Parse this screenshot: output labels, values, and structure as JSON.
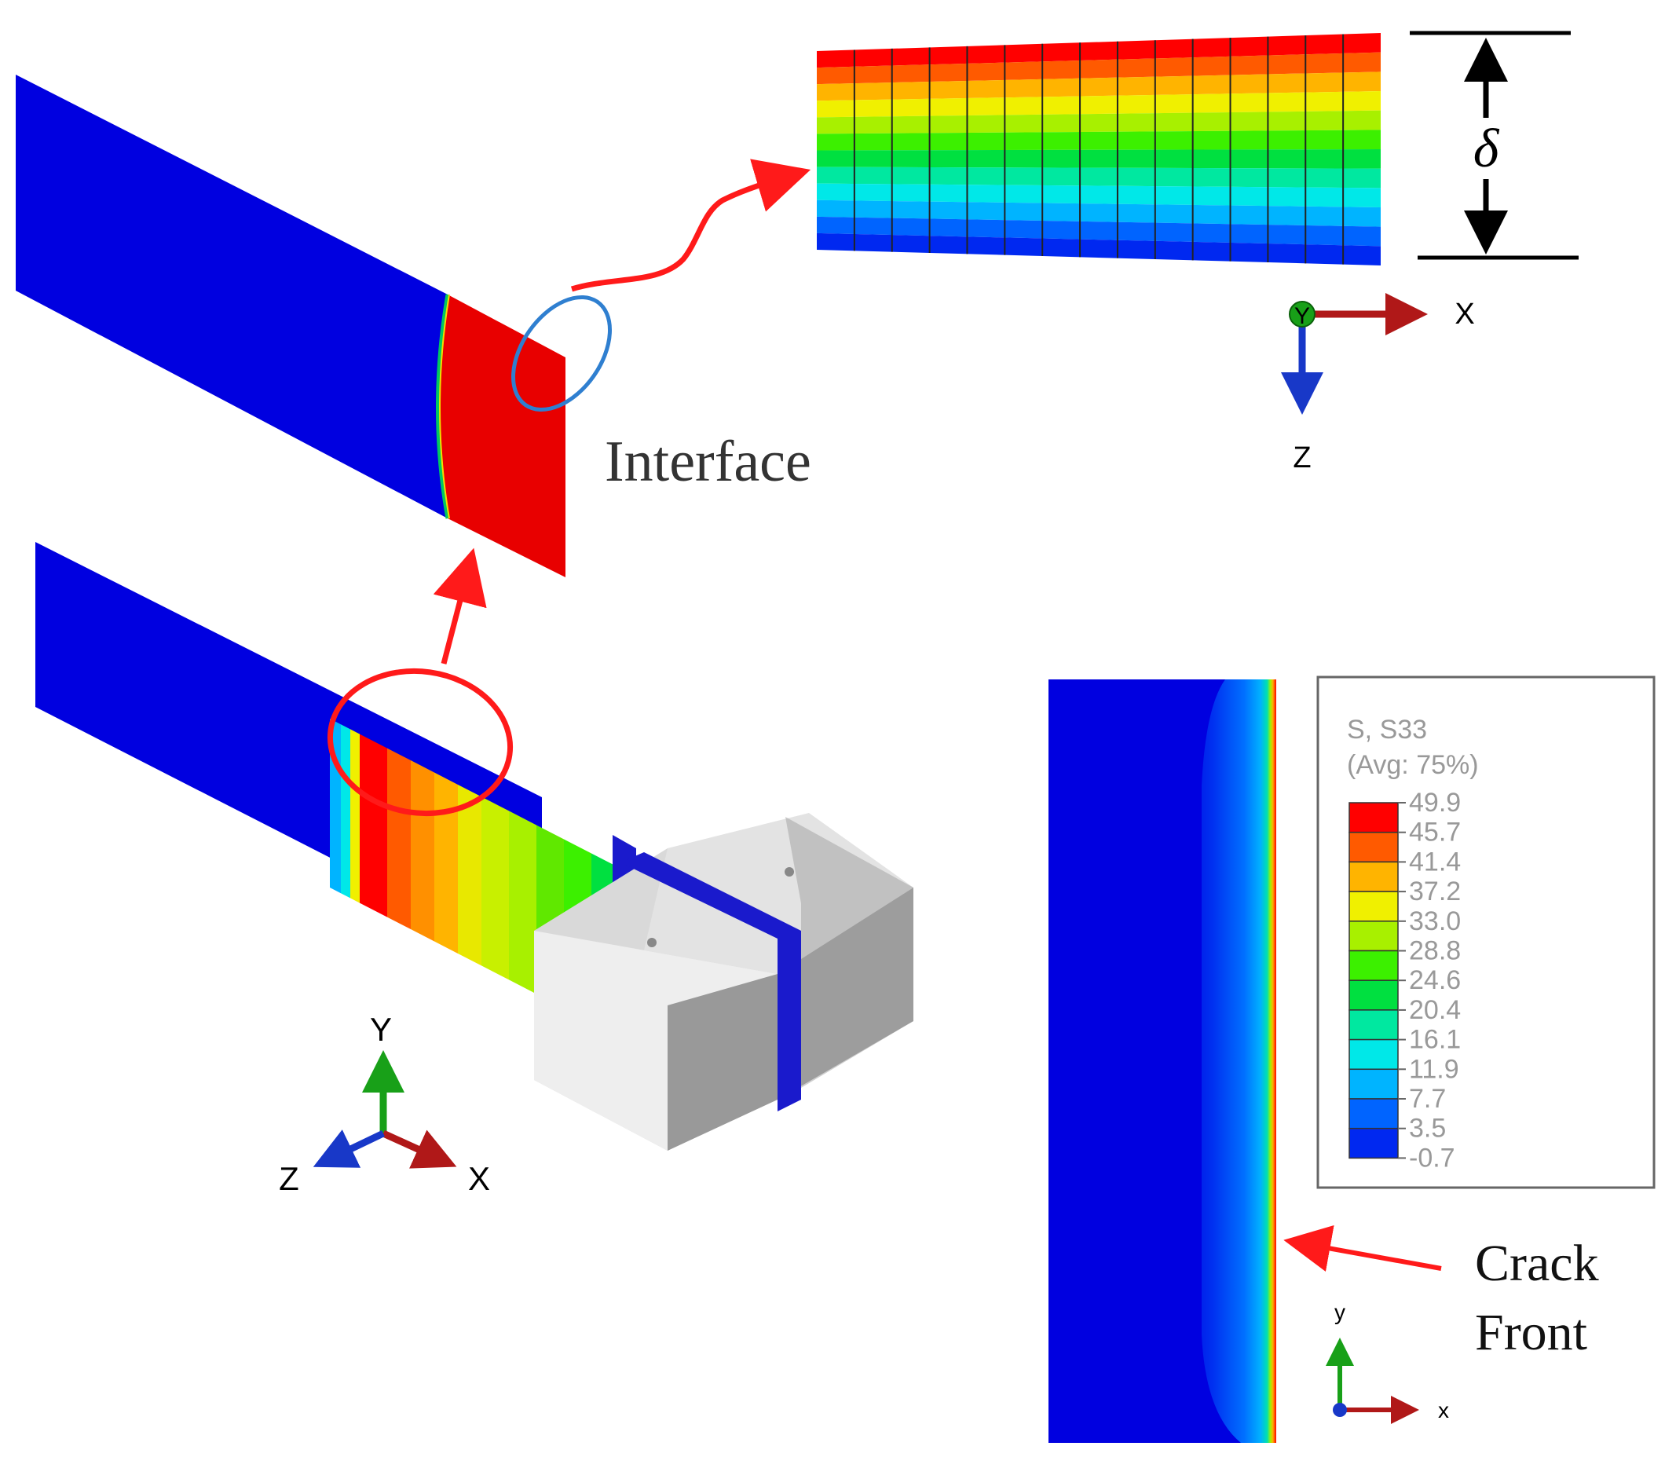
{
  "labels": {
    "interface": "Interface",
    "delta": "δ",
    "crack_line1": "Crack",
    "crack_line2": "Front"
  },
  "axes": {
    "detail": {
      "x": "X",
      "y": "Y",
      "z": "Z"
    },
    "main": {
      "x": "X",
      "y": "Y",
      "z": "Z"
    },
    "contour": {
      "x": "x",
      "y": "y"
    }
  },
  "legend": {
    "variable": "S, S33",
    "averaging": "(Avg: 75%)",
    "values": [
      "49.9",
      "45.7",
      "41.4",
      "37.2",
      "33.0",
      "28.8",
      "24.6",
      "20.4",
      "16.1",
      "11.9",
      "7.7",
      "3.5",
      "-0.7"
    ],
    "colors": [
      "#ff0000",
      "#ff5a00",
      "#ffb400",
      "#f0f000",
      "#a8f000",
      "#3cf000",
      "#00e040",
      "#00e8a0",
      "#00e8e8",
      "#00b4ff",
      "#0064ff",
      "#0028f0"
    ]
  },
  "colors": {
    "low": "#0000e0",
    "high": "#e80000",
    "callout_red": "#ff1a1a",
    "callout_blue": "#2f7fd0"
  },
  "icons": [
    "x-axis-arrow-icon",
    "y-axis-arrow-icon",
    "z-axis-arrow-icon",
    "callout-arrow-icon"
  ]
}
